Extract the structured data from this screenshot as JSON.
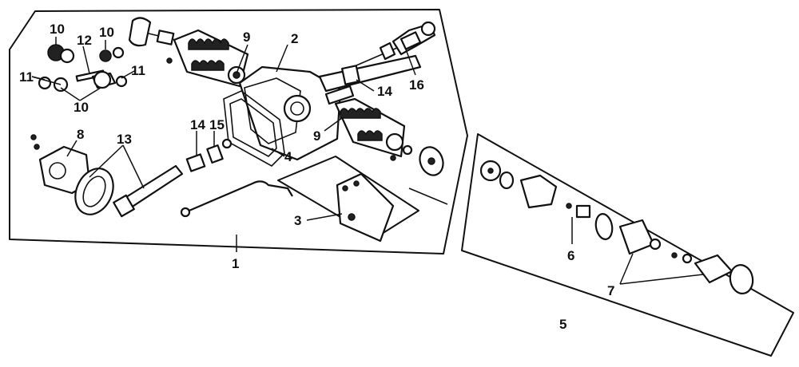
{
  "callouts": {
    "c1": "1",
    "c2": "2",
    "c3": "3",
    "c4": "4",
    "c5": "5",
    "c6": "6",
    "c7": "7",
    "c8": "8",
    "c9a": "9",
    "c9b": "9",
    "c10a": "10",
    "c10b": "10",
    "c10c": "10",
    "c11a": "11",
    "c11b": "11",
    "c12": "12",
    "c13": "13",
    "c14a": "14",
    "c14b": "14",
    "c15": "15",
    "c16": "16"
  }
}
